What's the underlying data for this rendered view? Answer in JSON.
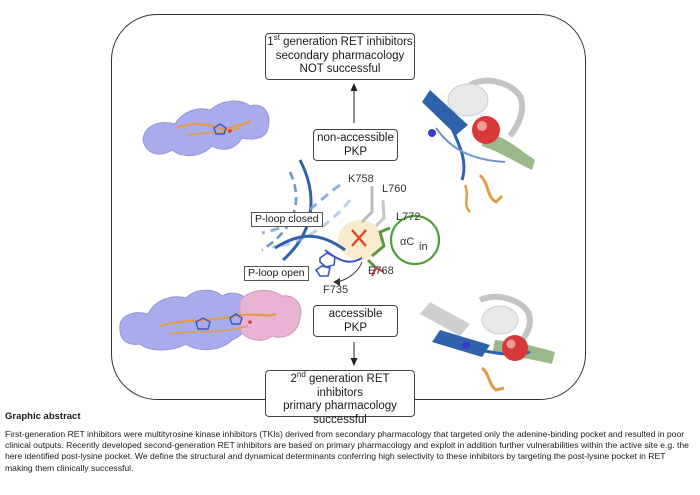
{
  "boxes": {
    "top": {
      "gen": "1",
      "gen_sup": "st",
      "gen_rest": " generation RET inhibitors",
      "line2": "secondary pharmacology",
      "line3": "NOT successful"
    },
    "mid1": {
      "line1": "non-accessible",
      "line2": "PKP"
    },
    "mid2": {
      "line1": "accessible",
      "line2": "PKP"
    },
    "bottom": {
      "gen": "2",
      "gen_sup": "nd",
      "gen_rest": " generation RET inhibitors",
      "line2": "primary pharmacology",
      "line3": "successful"
    }
  },
  "labels": {
    "k758": "K758",
    "l760": "L760",
    "l772": "L772",
    "e768": "E768",
    "f735": "F735",
    "ploop_closed": "P-loop closed",
    "ploop_open": "P-loop open",
    "alpha_c": "αC",
    "alpha_c_sub": "in"
  },
  "caption": {
    "title": "Graphic abstract",
    "text": "First-generation RET inhibitors were multityrosine kinase inhibitors (TKIs) derived from secondary pharmacology that targeted only the adenine-binding pocket  and resulted in poor clinical outputs. Recently developed second-generation RET inhibitors are based on primary pharmacology and exploit in addition further vulnerabilities within the active site e.g. the here identified post-lysine pocket. We define the structural and dynamical determinants conferring high selectivity to these inhibitors by targeting the post-lysine pocket in RET making them clinically successful."
  },
  "colors": {
    "surface_blue": "#a9acec",
    "surface_pink": "#e9b3d3",
    "helix_blue": "#2f62ad",
    "helix_green": "#8fb07c",
    "ligand_orange": "#e39a4a",
    "oxygen_red": "#d8383a",
    "alpha_c_green": "#4f9e3a",
    "cross_red": "#e8431f"
  }
}
